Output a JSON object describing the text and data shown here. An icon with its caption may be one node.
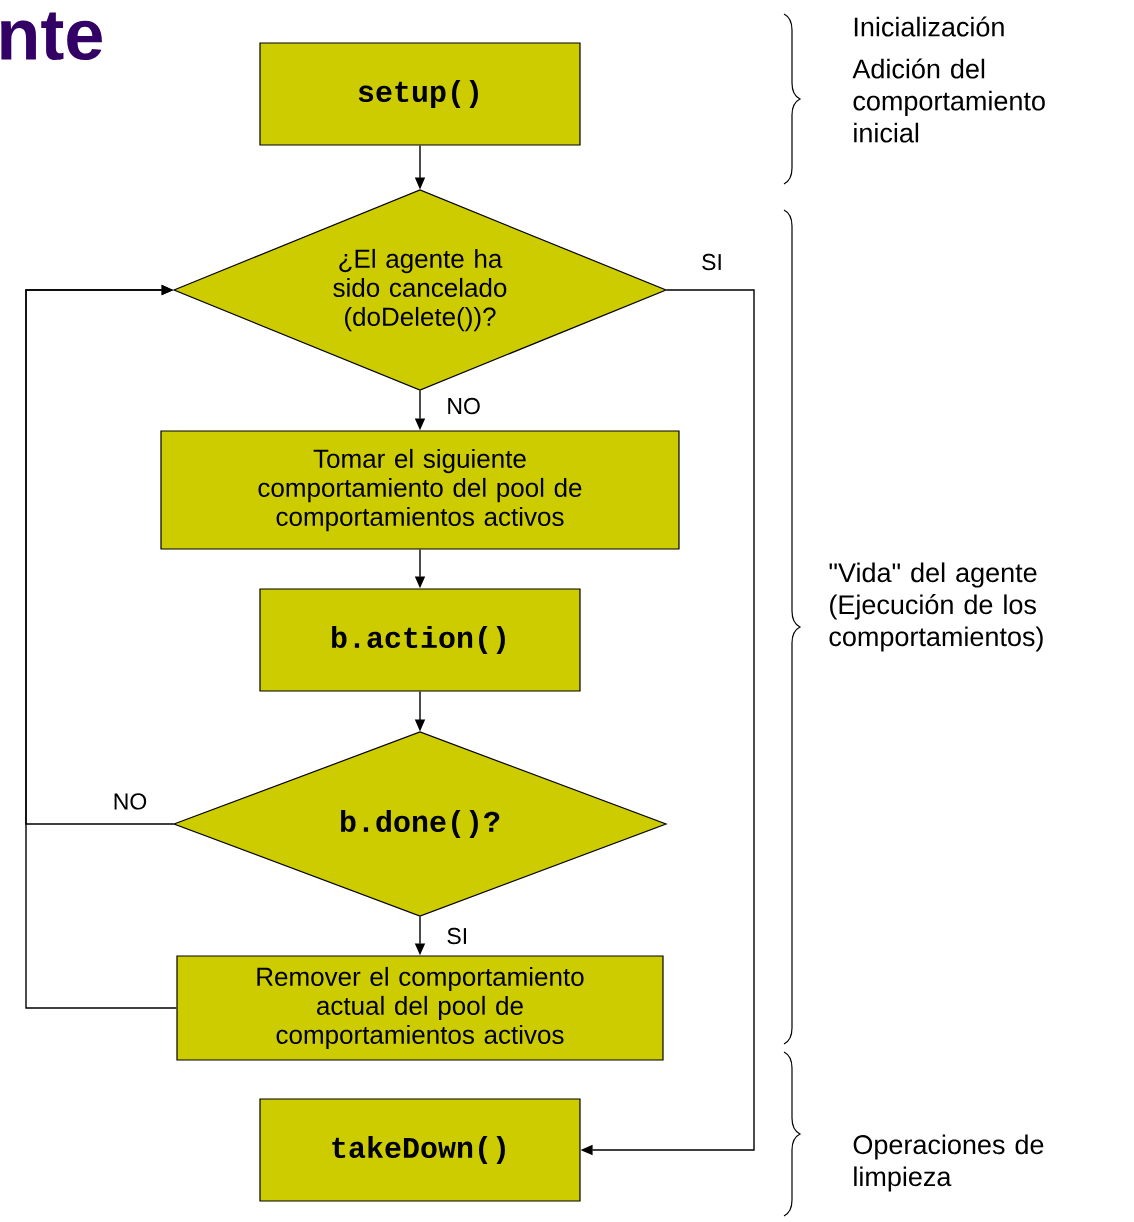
{
  "diagram": {
    "title": "nte",
    "nodes": [
      {
        "text": [
          "setup()"
        ]
      },
      {
        "text": [
          "¿El agente ha sido cancelado (doDelete())?"
        ]
      },
      {
        "text": [
          "Tomar el siguiente comportamiento del pool de comportamientos activos"
        ]
      },
      {
        "text": [
          "b.action()"
        ]
      },
      {
        "text": [
          "b.done()?"
        ]
      },
      {
        "text": [
          "Remover el comportamiento actual del pool de comportamientos activos"
        ]
      },
      {
        "text": [
          "takeDown()"
        ]
      }
    ],
    "edges": [
      {
        "from": 0,
        "to": 1,
        "arrow": "to"
      },
      {
        "from": 1,
        "to": 2,
        "arrow": "to",
        "label": "NO"
      },
      {
        "from": 2,
        "to": 3,
        "arrow": "to"
      },
      {
        "from": 3,
        "to": 4,
        "arrow": "to"
      },
      {
        "from": 4,
        "to": 5,
        "arrow": "to",
        "label": "SI"
      },
      {
        "from": 4,
        "to": 1,
        "arrow": "to",
        "label": "NO"
      },
      {
        "from": 5,
        "to": 1,
        "arrow": "to"
      },
      {
        "from": 1,
        "to": 6,
        "arrow": "to",
        "label": "SI"
      }
    ],
    "labels": [
      "Inicialización",
      "Adición del comportamiento inicial",
      "\"Vida\" del agente (Ejecución de los comportamientos)",
      "Operaciones de limpieza"
    ]
  }
}
